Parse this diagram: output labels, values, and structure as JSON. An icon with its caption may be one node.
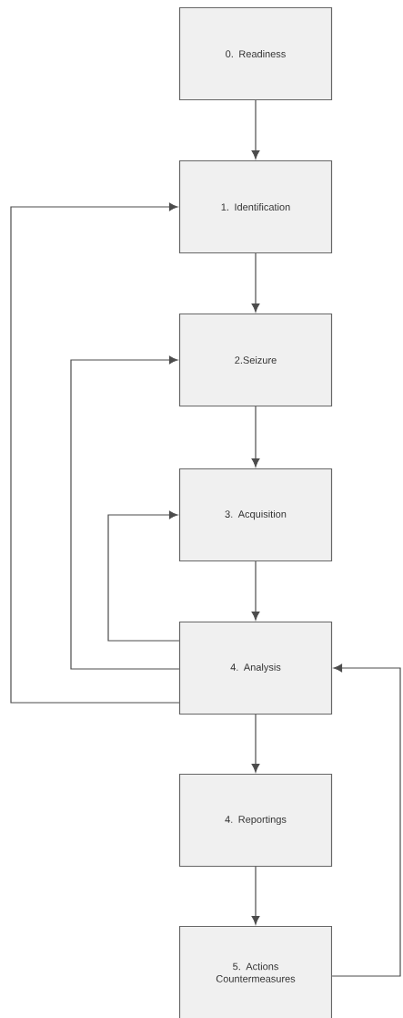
{
  "diagram": {
    "nodes": [
      {
        "text": [
          "0. Readiness"
        ]
      },
      {
        "text": [
          "1. Identification"
        ]
      },
      {
        "text": [
          "2.Seizure"
        ]
      },
      {
        "text": [
          "3. Acquisition"
        ]
      },
      {
        "text": [
          "4. Analysis"
        ]
      },
      {
        "text": [
          "4. Reportings"
        ]
      },
      {
        "text": [
          "5. Actions Countermeasures"
        ]
      }
    ],
    "edges": [
      {
        "from": 0,
        "to": 1,
        "arrow": "to"
      },
      {
        "from": 1,
        "to": 2,
        "arrow": "to"
      },
      {
        "from": 2,
        "to": 3,
        "arrow": "to"
      },
      {
        "from": 3,
        "to": 4,
        "arrow": "to"
      },
      {
        "from": 4,
        "to": 5,
        "arrow": "to"
      },
      {
        "from": 5,
        "to": 6,
        "arrow": "to"
      },
      {
        "from": 4,
        "to": 3,
        "arrow": "to"
      },
      {
        "from": 4,
        "to": 2,
        "arrow": "to"
      },
      {
        "from": 4,
        "to": 1,
        "arrow": "to"
      },
      {
        "from": 6,
        "to": 4,
        "arrow": "to"
      }
    ]
  }
}
